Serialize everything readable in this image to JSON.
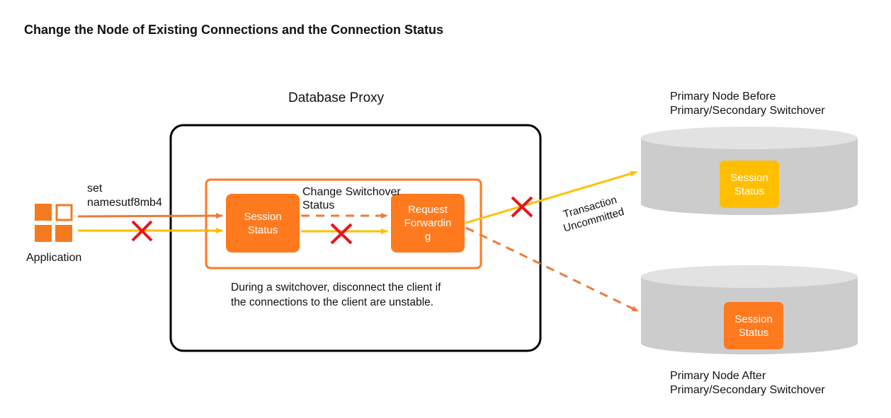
{
  "title": "Change the Node of Existing Connections and the Connection Status",
  "application": {
    "label": "Application"
  },
  "command": {
    "line1": "set",
    "line2": "namesutf8mb4"
  },
  "proxy": {
    "title": "Database Proxy",
    "session_box": {
      "line1": "Session",
      "line2": "Status"
    },
    "forwarding_box": {
      "line1": "Request",
      "line2": "Forwardin",
      "line3": "g"
    },
    "switch_label": {
      "line1": "Change Switchover",
      "line2": "Status"
    },
    "description": {
      "line1": "During a switchover, disconnect the client if",
      "line2": "the connections to the client are unstable."
    }
  },
  "transaction": {
    "line1": "Transaction",
    "line2": "Uncommitted"
  },
  "primary_before": {
    "line1": "Primary Node Before",
    "line2": "Primary/Secondary Switchover",
    "session": {
      "line1": "Session",
      "line2": "Status"
    }
  },
  "primary_after": {
    "line1": "Primary Node After",
    "line2": "Primary/Secondary Switchover",
    "session": {
      "line1": "Session",
      "line2": "Status"
    }
  },
  "colors": {
    "orange": "#ff7a1f",
    "yellow": "#ffbf00",
    "dark_orange_line": "#ec7a38",
    "red_cross": "#e8141b",
    "cylinder": "#cccccc",
    "cylinder_top": "#e2e2e2"
  }
}
